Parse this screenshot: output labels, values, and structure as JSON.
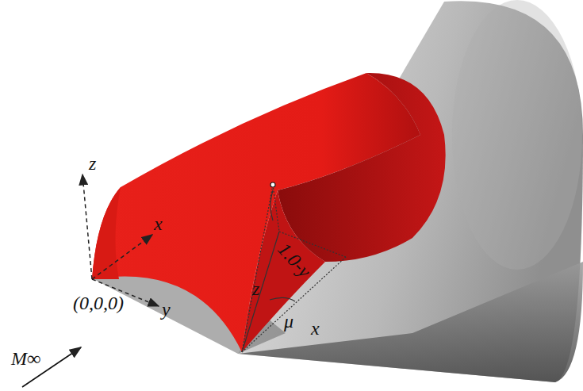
{
  "diagram": {
    "labels": [
      "z",
      "x",
      "(0,0,0)",
      "y",
      "z",
      "1.0-y",
      "μ",
      "x",
      "M∞"
    ]
  }
}
